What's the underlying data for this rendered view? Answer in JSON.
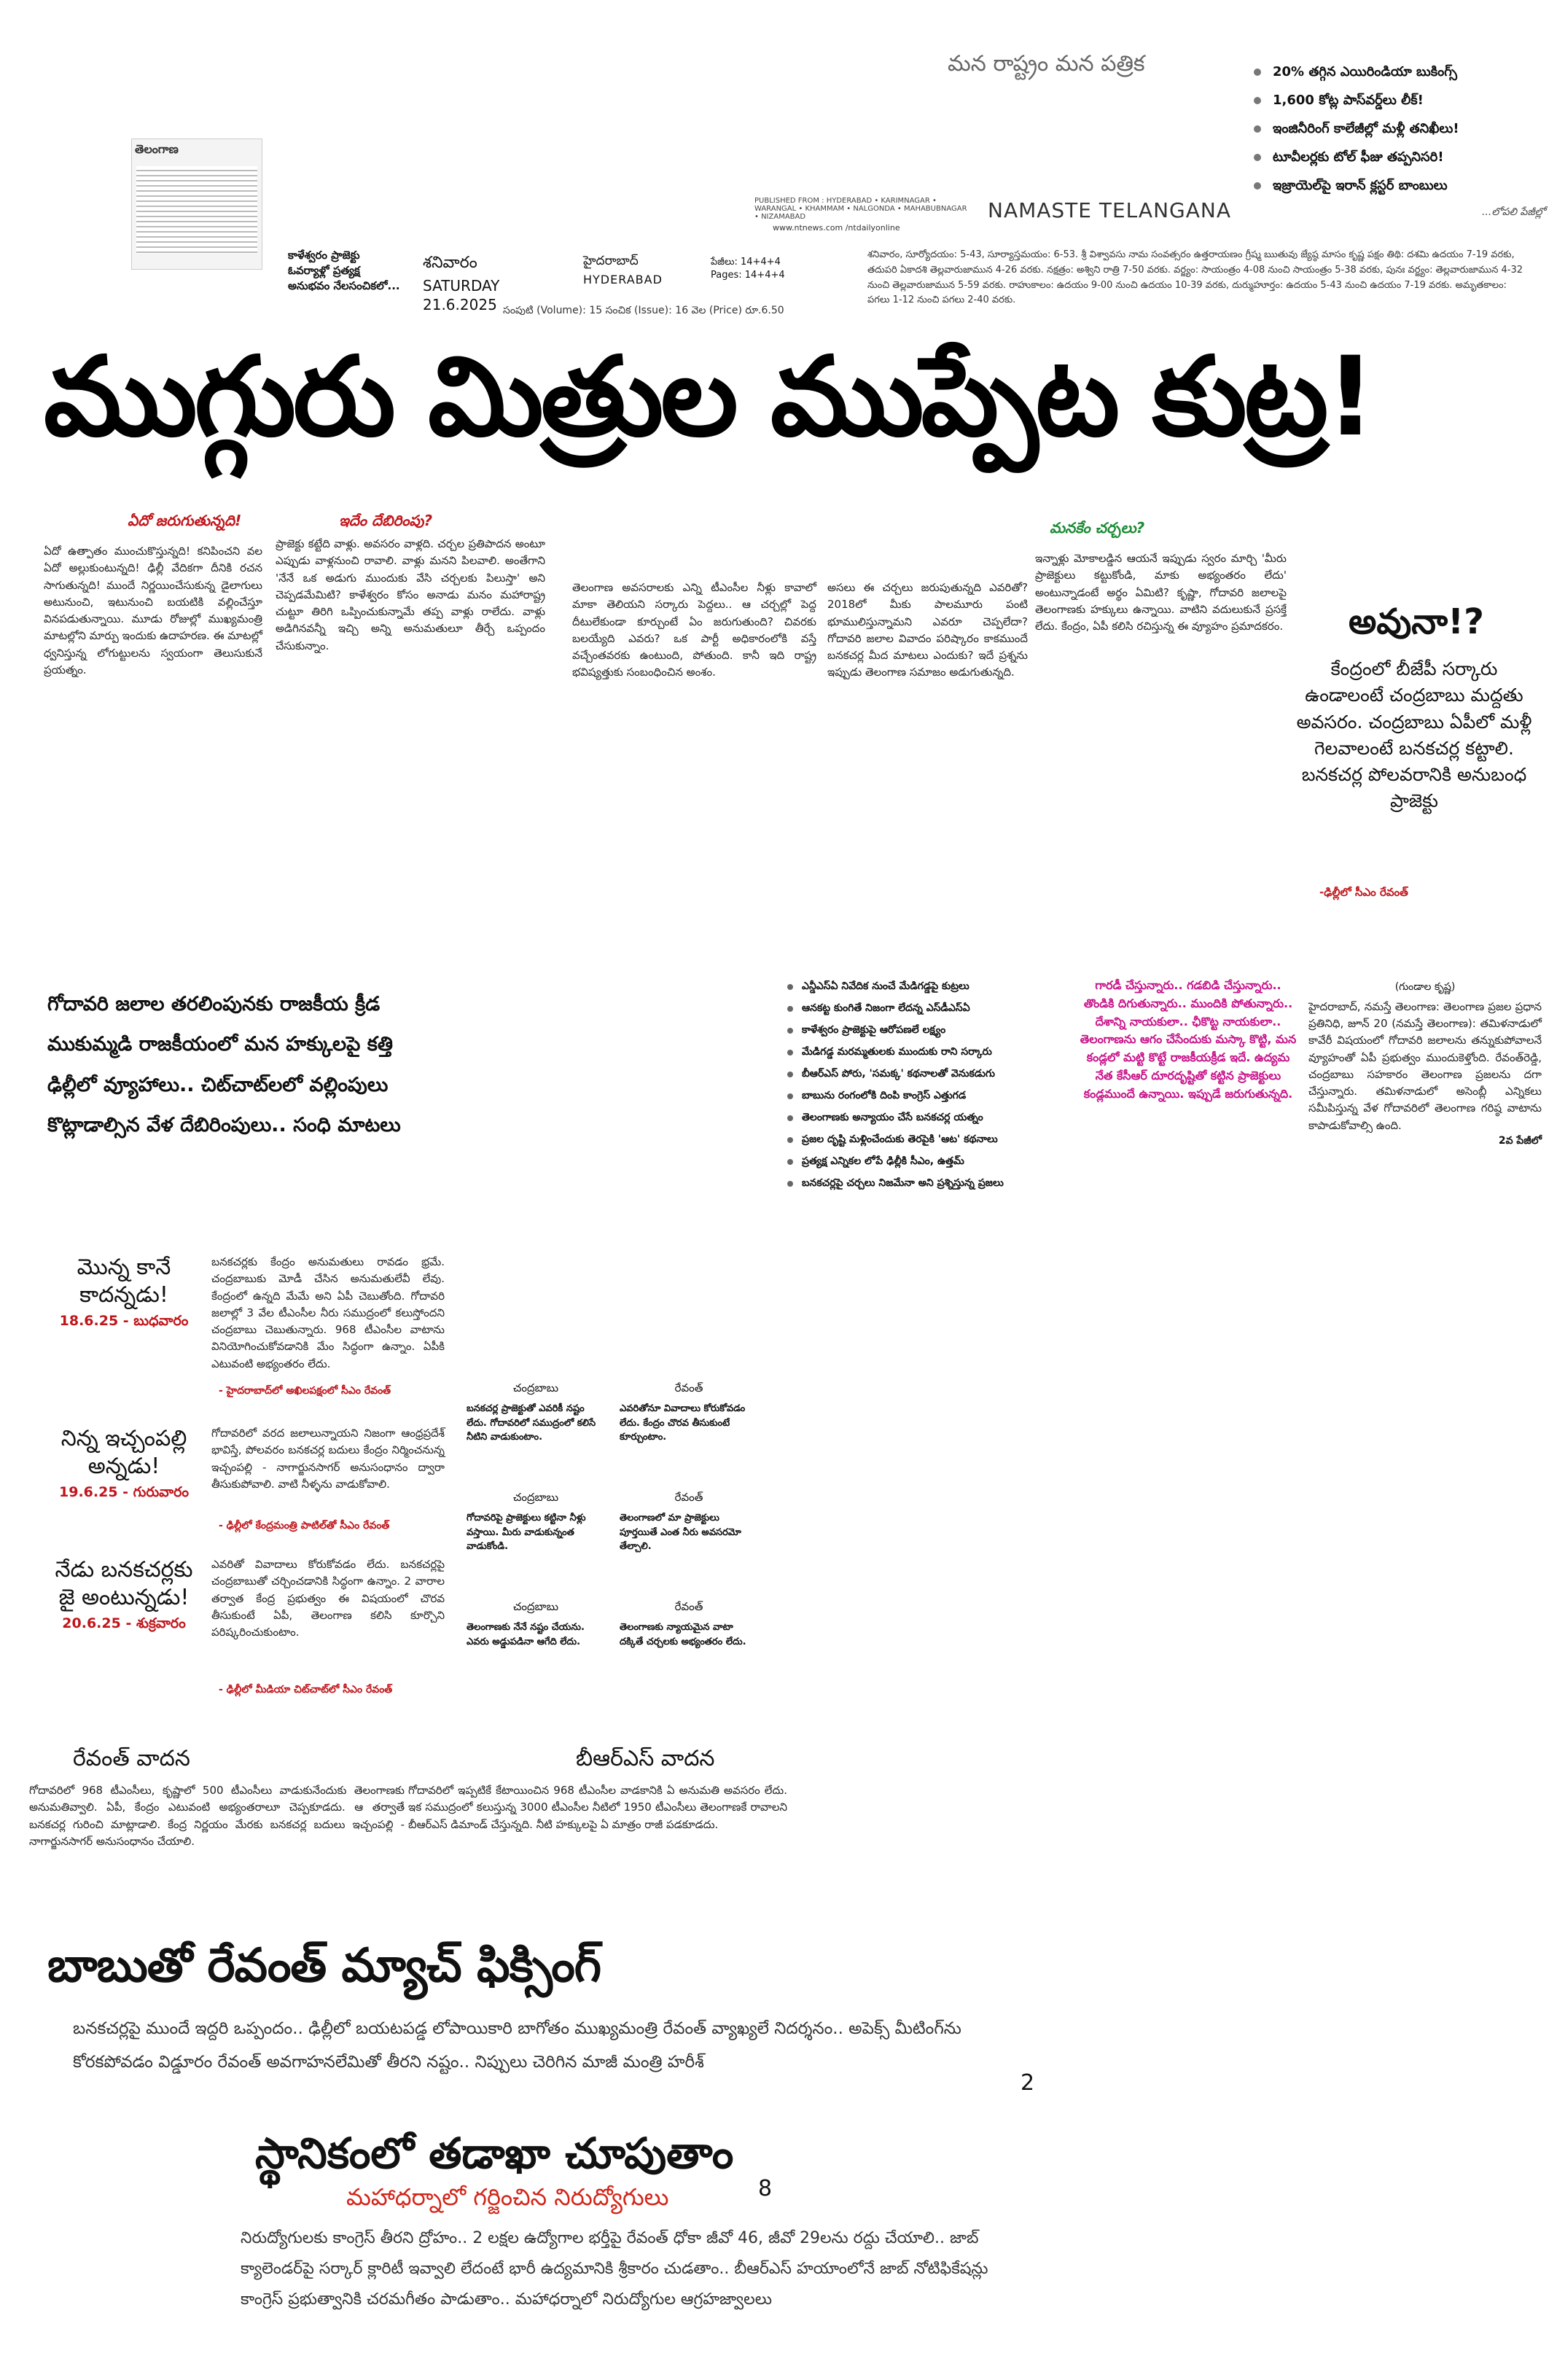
{
  "masthead": {
    "thumb_title": "తెలంగాణ",
    "tagline": "మన రాష్ట్రం  మన పత్రిక",
    "brand": "NAMASTE TELANGANA",
    "published_from": "PUBLISHED FROM : HYDERABAD • KARIMNAGAR • WARANGAL • KHAMMAM • NALGONDA • MAHABUBNAGAR • NIZAMABAD",
    "web": "www.ntnews.com        /ntdailyonline",
    "teaser": "కాళేశ్వరం ప్రాజెక్టు ఓవర్యాళ్లో ప్రత్యక్ష అనుభవం నేలసంచికలో...",
    "day_te": "శనివారం",
    "day_en": "SATURDAY",
    "date": "21.6.2025",
    "city_te": "హైదరాబాద్",
    "city_en": "HYDERABAD",
    "pages": "పేజీలు: 14+4+4\nPages: 14+4+4",
    "volline": "సంపుటి (Volume): 15    సంచిక (Issue): 16    వెల (Price) రూ.6.50",
    "almanac": "శనివారం, సూర్యోదయం: 5-43, సూర్యాస్తమయం: 6-53. శ్రీ విశ్వావసు నామ సంవత్సరం ఉత్తరాయణం గ్రీష్మ ఋతువు జ్యేష్ఠ మాసం కృష్ణ పక్షం తిథి: దశమి ఉదయం 7-19 వరకు, తదుపరి ఏకాదశి తెల్లవారుజామున 4-26 వరకు. నక్షత్రం: అశ్విని రాత్రి 7-50 వరకు. వర్జ్యం: సాయంత్రం 4-08 నుంచి సాయంత్రం 5-38 వరకు, పునః వర్జ్యం: తెల్లవారుజామున 4-32 నుంచి తెల్లవారుజామున 5-59 వరకు. రాహుకాలం: ఉదయం 9-00 నుంచి ఉదయం 10-39 వరకు, దుర్ముహూర్తం: ఉదయం 5-43 నుంచి ఉదయం 7-19 వరకు. అమృతకాలం: పగలు 1-12 నుంచి పగలు 2-40 వరకు."
  },
  "top_bullets": [
    "20% తగ్గిన ఎయిరిండియా బుకింగ్స్",
    "1,600 కోట్ల పాస్‌వర్డ్‌లు లీక్!",
    "ఇంజినీరింగ్ కాలేజీల్లో మళ్లీ తనిఖీలు!",
    "టూవీలర్లకు టోల్ ఫీజు తప్పనిసరి!",
    "ఇజ్రాయెల్‌పై ఇరాన్ క్లస్టర్ బాంబులు"
  ],
  "top_bullets_more": "...లోపలి పేజీల్లో",
  "headline": "ముగ్గురు మిత్రుల ముప్పేట కుట్ర!",
  "kickers": {
    "what": "ఏదో జరుగుతున్నది!",
    "why": "ఇదేం దేబిరింపు?",
    "ours": "మనకేం చర్చలు?"
  },
  "columns": {
    "c1": "ఏదో ఉత్పాతం ముంచుకొస్తున్నది! కనిపించని వల ఏదో అల్లుకుంటున్నది! ఢిల్లీ వేదికగా దీనికి రచన సాగుతున్నది! ముందే నిర్ణయించేసుకున్న డైలాగులు అటునుంచి, ఇటునుంచి బయటికి వల్లించేస్తూ వినపడుతున్నాయి. మూడు రోజుల్లో ముఖ్యమంత్రి మాటల్లోని మార్పు ఇందుకు ఉదాహరణ. ఈ మాటల్లో ధ్వనిస్తున్న లోగుట్టులను స్వయంగా తెలుసుకునే ప్రయత్నం.",
    "c2": "ప్రాజెక్టు కట్టేది వాళ్లు. అవసరం వాళ్లది. చర్చల ప్రతిపాదన అంటూ ఎప్పుడు వాళ్లనుంచి రావాలి. వాళ్లు మనని పిలవాలి. అంతేగాని 'నేనే ఒక అడుగు ముందుకు వేసి చర్చలకు పిలుస్తా' అని చెప్పడమేమిటి? కాళేశ్వరం కోసం అనాడు మనం మహారాష్ట్ర చుట్టూ తిరిగి ఒప్పించుకున్నామే తప్ప వాళ్లు రాలేదు. వాళ్లు అడిగినవన్నీ ఇచ్చి అన్ని అనుమతులూ తీర్చే ఒప్పందం చేసుకున్నాం.",
    "c3": "తెలంగాణ అవసరాలకు ఎన్ని టీఎంసీల నీళ్లు కావాలో మాకా తెలియని సర్కారు పెద్దలు.. ఆ చర్చల్లో పెద్ద దీటులేకుండా కూర్చుంటే ఏం జరుగుతుంది? చివరకు బలయ్యేది ఎవరు? ఒక పార్టీ అధికారంలోకి వస్తే వచ్చేంతవరకు ఉంటుంది, పోతుంది. కానీ ఇది రాష్ట్ర భవిష్యత్తుకు సంబంధించిన అంశం.",
    "c4": "అసలు ఈ చర్చలు జరుపుతున్నది ఎవరితో? 2018లో మీకు పాలమూరు పంటి భూములిస్తున్నామని ఎవరూ చెప్పలేదా? గోదావరి జలాల వివాదం పరిష్కారం కాకముందే బనకచర్ల మీద మాటలు ఎందుకు? ఇదే ప్రశ్నను ఇప్పుడు తెలంగాణ సమాజం అడుగుతున్నది.",
    "c5": "ఇన్నాళ్లు మోకాలడ్డిన ఆయనే ఇప్పుడు స్వరం మార్చి 'మీరు ప్రాజెక్టులు కట్టుకోండి, మాకు అభ్యంతరం లేదు' అంటున్నాడంటే అర్థం ఏమిటి? కృష్ణా, గోదావరి జలాలపై తెలంగాణకు హక్కులు ఉన్నాయి. వాటిని వదులుకునే ప్రసక్తే లేదు. కేంద్రం, ఏపీ కలిసి రచిస్తున్న ఈ వ్యూహం ప్రమాదకరం."
  },
  "avuna": {
    "title": "అవునా!?",
    "text": "కేంద్రంలో బీజేపీ సర్కారు ఉండాలంటే చంద్రబాబు మద్దతు అవసరం. చంద్రబాబు ఏపీలో మళ్లీ గెలవాలంటే బనకచర్ల కట్టాలి. బనకచర్ల పోలవరానికి అనుబంధ ప్రాజెక్టు",
    "source": "-ఢిల్లీలో సీఎం రేవంత్"
  },
  "sub_heads": [
    "గోదావరి జలాల తరలింపునకు రాజకీయ క్రీడ",
    "ముకుమ్మడి రాజకీయంలో మన హక్కులపై కత్తి",
    "ఢిల్లీలో వ్యూహాలు.. చిట్‌చాట్‌లలో వల్లింపులు",
    "కొట్లాడాల్సిన వేళ దేబిరింపులు.. సంధి మాటలు"
  ],
  "mid_bullets": [
    "ఎన్డీఎస్‌ఏ నివేదిక నుంచే మేడిగడ్డపై కుట్రలు",
    "ఆనకట్ట కుంగితే నిజంగా లేదన్న ఎస్‌డీఎస్‌ఏ",
    "కాళేశ్వరం ప్రాజెక్టుపై ఆరోపణలే లక్ష్యం",
    "మేడిగడ్డ మరమ్మతులకు ముందుకు రాని సర్కారు",
    "బీఆర్‌ఎస్ పోరు, 'సమక్క' కథనాలతో వెనుకడుగు",
    "బాబును రంగంలోకి దింపి కాంగ్రెస్ ఎత్తుగడ",
    "తెలంగాణకు అన్యాయం చేసే బనకచర్ల యత్నం",
    "ప్రజల దృష్టి మళ్లించేందుకు తెరపైకి 'ఆట' కథనాలు",
    "ప్రత్యక్ష ఎన్నికల లోపే ఢిల్లీకి సీఎం, ఉత్తమ్",
    "బనకచర్లపై చర్చలు నిజమేనా అని ప్రశ్నిస్తున్న ప్రజలు"
  ],
  "pink_box": "గారడీ చేస్తున్నారు.. గడబిడి చేస్తున్నారు.. తొండికి దిగుతున్నారు.. ముందికి పోతున్నారు.. దేశాన్ని నాయకులా.. ఛీకొట్ట నాయకులా.. తెలంగాణను ఆగం చేసేందుకు మస్కా కొట్టి, మన కండ్లలో మట్టి కొట్టే రాజకీయక్రీడ ఇదే. ఉద్యమ నేత కేసీఆర్ దూరదృష్టితో కట్టిన ప్రాజెక్టులు కండ్లముందే ఉన్నాయి. ఇప్పుడే జరుగుతున్నది.",
  "gundala": {
    "byline": "(గుండాల కృష్ణ)",
    "text": "హైదరాబాద్, నమస్తే తెలంగాణ: తెలంగాణ ప్రజల ప్రధాన ప్రతినిధి, జూన్ 20 (నమస్తే తెలంగాణ): తమిళనాడులో కావేరీ విషయంలో గోదావరి జలాలను తన్నుకుపోవాలనే వ్యూహంతో ఏపీ ప్రభుత్వం ముందుకెళ్తోంది. రేవంత్‌రెడ్డి, చంద్రబాబు సహకారం తెలంగాణ ప్రజలను దగా చేస్తున్నారు. తమిళనాడులో అసెంబ్లీ ఎన్నికలు సమీపిస్తున్న వేళ గోదావరిలో తెలంగాణ గరిష్ఠ వాటాను కాపాడుకోవాల్సి ఉంది.",
    "cont": "2వ పేజీలో"
  },
  "quotes": [
    {
      "q": "మొన్న కానే కాదన్నడు!",
      "d": "18.6.25 - బుధవారం",
      "src": "- హైదరాబాద్‌లో అఖిలపక్షంలో సీఎం రేవంత్",
      "body": "బనకచర్లకు కేంద్రం అనుమతులు రావడం భ్రమే. చంద్రబాబుకు మోడీ చేసిన అనుమతులేవీ లేవు. కేంద్రంలో ఉన్నది మేమే అని ఏపీ చెబుతోంది. గోదావరి జలాల్లో 3 వేల టీఎంసీల నీరు సముద్రంలో కలుస్తోందని చంద్రబాబు చెబుతున్నారు. 968 టీఎంసీల వాటాను వినియోగించుకోవడానికి మేం సిద్ధంగా ఉన్నాం. ఏపీకి ఎటువంటి అభ్యంతరం లేదు."
    },
    {
      "q": "నిన్న ఇచ్చంపల్లి అన్నడు!",
      "d": "19.6.25 - గురువారం",
      "src": "- ఢిల్లీలో కేంద్రమంత్రి పాటిల్‌తో సీఎం రేవంత్",
      "body": "గోదావరిలో వరద జలాలున్నాయని నిజంగా ఆంధ్రప్రదేశ్ భావిస్తే, పోలవరం బనకచర్ల బదులు కేంద్రం నిర్మించనున్న ఇచ్చంపల్లి - నాగార్జునసాగర్ అనుసంధానం ద్వారా తీసుకుపోవాలి. వాటి నీళ్ళను వాడుకోవాలి."
    },
    {
      "q": "నేడు బనకచర్లకు జై అంటున్నడు!",
      "d": "20.6.25 - శుక్రవారం",
      "src": "- ఢిల్లీలో మీడియా చిట్‌చాట్‌లో సీఎం రేవంత్",
      "body": "ఎవరితో వివాదాలు కోరుకోవడం లేదు. బనకచర్లపై చంద్రబాబుతో చర్చించడానికి సిద్ధంగా ఉన్నాం. 2 వారాల తర్వాత కేంద్ర ప్రభుత్వం ఈ విషయంలో చొరవ తీసుకుంటే ఏపీ, తెలంగాణ కలిసి కూర్చొని పరిష్కరించుకుంటాం."
    }
  ],
  "dialog": [
    {
      "who": "చంద్రబాబు",
      "txt": "బనకచర్ల ప్రాజెక్టుతో ఎవరికీ నష్టం లేదు. గోదావరిలో సముద్రంలో కలిసే నీటిని వాడుకుంటాం."
    },
    {
      "who": "రేవంత్",
      "txt": "ఎవరితోనూ వివాదాలు కోరుకోవడం లేదు. కేంద్రం చొరవ తీసుకుంటే కూర్చుంటాం."
    },
    {
      "who": "చంద్రబాబు",
      "txt": "గోదావరిపై ప్రాజెక్టులు కట్టినా నీళ్లు వస్తాయి. మీరు వాడుకున్నంత వాడుకోండి."
    },
    {
      "who": "రేవంత్",
      "txt": "తెలంగాణలో మా ప్రాజెక్టులు పూర్తయితే ఎంత నీరు అవసరమో తేల్చాలి."
    },
    {
      "who": "చంద్రబాబు",
      "txt": "తెలంగాణకు నేనే నష్టం చేయను. ఎవరు అడ్డుపడినా ఆగేది లేదు."
    },
    {
      "who": "రేవంత్",
      "txt": "తెలంగాణకు న్యాయమైన వాటా దక్కితే చర్చలకు అభ్యంతరం లేదు."
    }
  ],
  "revanth_vaadana": {
    "title": "రేవంత్ వాదన",
    "body": "గోదావరిలో 968 టీఎంసీలు, కృష్ణాలో 500 టీఎంసీలు వాడుకునేందుకు తెలంగాణకు అనుమతివ్వాలి. ఏపీ, కేంద్రం ఎటువంటి అభ్యంతరాలూ చెప్పకూడదు. ఆ తర్వాతే బనకచర్ల గురించి మాట్లాడాలి. కేంద్ర నిర్ణయం మేరకు బనకచర్ల బదులు ఇచ్చంపల్లి - నాగార్జునసాగర్ అనుసంధానం చేయాలి."
  },
  "brs_vaadana": {
    "title": "బీఆర్‌ఎస్ వాదన",
    "body": "గోదావరిలో ఇప్పటికే కేటాయించిన 968 టీఎంసీల వాడకానికి ఏ అనుమతి అవసరం లేదు. ఇక సముద్రంలో కలుస్తున్న 3000 టీఎంసీల నీటిలో 1950 టీఎంసీలు తెలంగాణకే రావాలని బీఆర్‌ఎస్ డిమాండ్ చేస్తున్నది. నీటి హక్కులపై ఏ మాత్రం రాజీ పడకూడదు."
  },
  "headline2": {
    "title": "బాబుతో రేవంత్ మ్యాచ్ ఫిక్సింగ్",
    "sub": "బనకచర్లపై ముందే ఇద్దరి ఒప్పందం.. ఢిల్లీలో బయటపడ్డ లోపాయికారి బాగోతం ముఖ్యమంత్రి రేవంత్ వ్యాఖ్యలే నిదర్శనం.. అపెక్స్ మీటింగ్‌ను కోరకపోవడం విడ్డూరం రేవంత్ అవగాహనలేమితో తీరని నష్టం.. నిప్పులు చెరిగిన మాజీ మంత్రి హరీశ్",
    "page": "2"
  },
  "headline3": {
    "title": "స్థానికంలో తడాఖా చూపుతాం",
    "sub": "మహాధర్నాలో గర్జించిన నిరుద్యోగులు",
    "text": "నిరుద్యోగులకు కాంగ్రెస్ తీరని ద్రోహం.. 2 లక్షల ఉద్యోగాల భర్తీపై రేవంత్ ధోకా జీవో 46, జీవో 29లను రద్దు చేయాలి.. జాబ్ క్యాలెండర్‌పై సర్కార్ క్లారిటీ ఇవ్వాలి లేదంటే భారీ ఉద్యమానికి శ్రీకారం చుడతాం.. బీఆర్‌ఎస్ హయాంలోనే జాబ్ నోటిఫికేషన్లు కాంగ్రెస్ ప్రభుత్వానికి చరమగీతం పాడుతాం.. మహాధర్నాలో నిరుద్యోగుల ఆగ్రహజ్వాలలు",
    "page": "8"
  }
}
